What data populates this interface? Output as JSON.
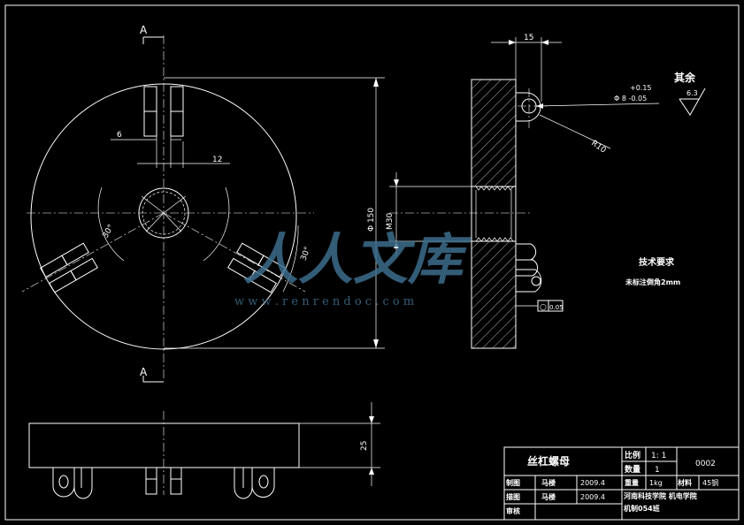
{
  "section_labels": {
    "top": "A",
    "bottom": "A"
  },
  "dimensions": {
    "slot_width": "6",
    "slot_offset": "12",
    "angle_left": "30°",
    "angle_right": "30°",
    "outer_diameter": "Φ 150",
    "thread": "M30",
    "thickness": "25",
    "side_width": "15",
    "hole_tol_upper": "+0.15",
    "hole_tol_lower": "Φ 8 -0.05",
    "radius": "R10",
    "flatness_symbol": "○",
    "flatness_value": "0.05"
  },
  "roughness": {
    "label": "其余",
    "value": "6.3"
  },
  "tech_requirements": {
    "title": "技术要求",
    "items": [
      "未标注倒角2mm"
    ]
  },
  "title_block": {
    "part_name": "丝杠螺母",
    "scale_label": "比例",
    "scale_value": "1: 1",
    "qty_label": "数量",
    "qty_value": "1",
    "drawing_no": "0002",
    "designer_label": "制图",
    "designer_name": "马楼",
    "design_date": "2009.4",
    "weight_label": "重量",
    "weight_value": "1kg",
    "material_label": "材料",
    "material_value": "45钢",
    "drafter_label": "描图",
    "drafter_name": "马楼",
    "draft_date": "2009.4",
    "school": "河南科技学院 机电学院",
    "reviewer_label": "审核",
    "class_name": "机制054班"
  },
  "watermark": {
    "brand": "人人文库",
    "url": "w w w . r e n r e n d o c . c o m"
  }
}
